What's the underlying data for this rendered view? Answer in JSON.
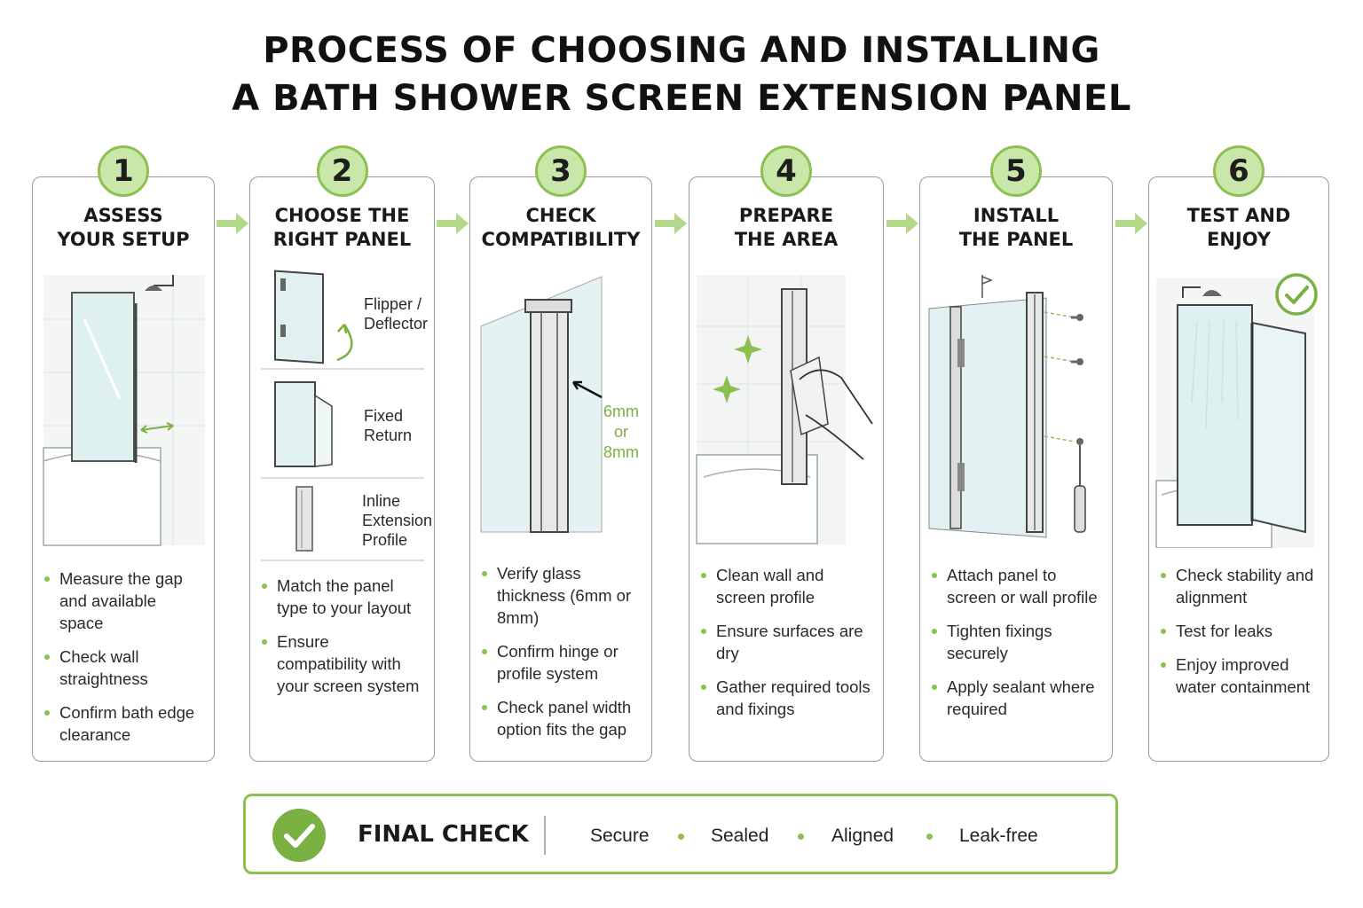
{
  "title": {
    "line1": "PROCESS OF CHOOSING AND INSTALLING",
    "line2": "A BATH SHOWER SCREEN EXTENSION PANEL"
  },
  "accent_color": "#8cc152",
  "steps": [
    {
      "number": "1",
      "title_line1": "ASSESS",
      "title_line2": "YOUR SETUP",
      "bullets": [
        "Measure the gap and available space",
        "Check wall straightness",
        "Confirm bath edge clearance"
      ]
    },
    {
      "number": "2",
      "title_line1": "CHOOSE THE",
      "title_line2": "RIGHT PANEL",
      "options": [
        "Flipper / Deflector",
        "Fixed Return",
        "Inline Extension Profile"
      ],
      "bullets": [
        "Match the panel type to your layout",
        "Ensure compatibility with your screen system"
      ]
    },
    {
      "number": "3",
      "title_line1": "CHECK",
      "title_line2": "COMPATIBILITY",
      "callout": [
        "6mm",
        "or",
        "8mm"
      ],
      "bullets": [
        "Verify glass thickness (6mm or 8mm)",
        "Confirm hinge or profile system",
        "Check panel width option fits the gap"
      ]
    },
    {
      "number": "4",
      "title_line1": "PREPARE",
      "title_line2": "THE AREA",
      "bullets": [
        "Clean wall and screen profile",
        "Ensure surfaces are dry",
        "Gather required tools and fixings"
      ]
    },
    {
      "number": "5",
      "title_line1": "INSTALL",
      "title_line2": "THE PANEL",
      "bullets": [
        "Attach panel to screen or wall profile",
        "Tighten fixings securely",
        "Apply sealant where required"
      ]
    },
    {
      "number": "6",
      "title_line1": "TEST AND",
      "title_line2": "ENJOY",
      "bullets": [
        "Check stability and alignment",
        "Test for leaks",
        "Enjoy improved water containment"
      ]
    }
  ],
  "final": {
    "title": "FINAL CHECK",
    "items": [
      "Secure",
      "Sealed",
      "Aligned",
      "Leak-free"
    ]
  }
}
